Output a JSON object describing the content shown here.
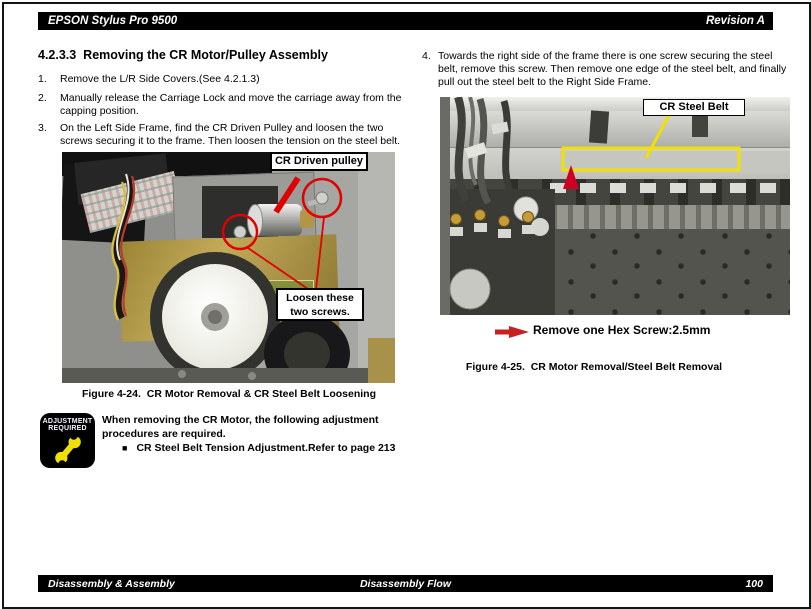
{
  "header": {
    "product": "EPSON Stylus Pro 9500",
    "revision": "Revision A"
  },
  "title": "4.2.3.3  Removing the CR Motor/Pulley Assembly",
  "steps": [
    {
      "num": "1.",
      "text": "Remove the L/R Side Covers.(See 4.2.1.3)"
    },
    {
      "num": "2.",
      "text": "Manually release the Carriage Lock and move the carriage away from the\ncapping position."
    },
    {
      "num": "3.",
      "text": "On the Left Side Frame, find the CR Driven Pulley and loosen the two\nscrews securing it to the frame. Then loosen the tension on the steel belt."
    },
    {
      "num": "4.",
      "text": "Towards the right side of the frame there is one screw securing the steel\nbelt, remove this screw. Then remove one edge of the steel belt, and finally\npull out the steel belt to the Right Side Frame."
    }
  ],
  "figure_24": {
    "callout_pulley": "CR Driven pulley",
    "callout_screws": "Loosen these two screws.",
    "caption": "Figure 4-24.  CR Motor Removal & CR Steel Belt Loosening"
  },
  "figure_25": {
    "callout_belt": "CR Steel Belt",
    "note": "Remove one Hex Screw:2.5mm",
    "caption": "Figure 4-25.  CR Motor Removal/Steel Belt Removal"
  },
  "adjustment_note": {
    "badge_line1": "ADJUSTMENT",
    "badge_line2": "REQUIRED",
    "text": "When removing the CR Motor, the following adjustment\nprocedures are required.",
    "bullet_marker": "■",
    "bullet": "CR Steel Belt Tension Adjustment.Refer to page 213"
  },
  "footer": {
    "left": "Disassembly & Assembly",
    "center": "Disassembly Flow",
    "page": "100"
  },
  "colors": {
    "bar": "#000000",
    "annotation_red": "#e00000",
    "annotation_yellow": "#f2e000",
    "wrench_yellow": "#f0e000"
  }
}
